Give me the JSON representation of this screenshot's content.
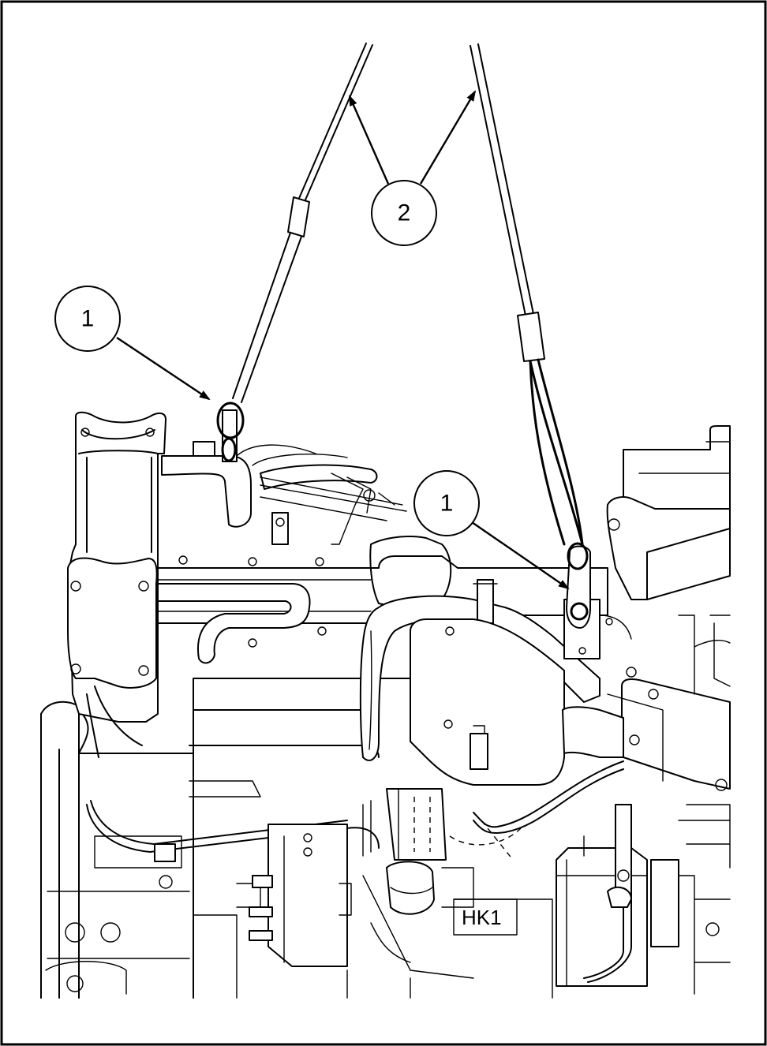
{
  "callouts": [
    {
      "id": "c1",
      "label": "1",
      "part": "lifting-eye"
    },
    {
      "id": "c2",
      "label": "2",
      "part": "lifting-chain"
    },
    {
      "id": "c3",
      "label": "1",
      "part": "lifting-eye"
    }
  ],
  "casting_mark": "HK1",
  "colors": {
    "line": "#000000",
    "background": "#ffffff"
  }
}
